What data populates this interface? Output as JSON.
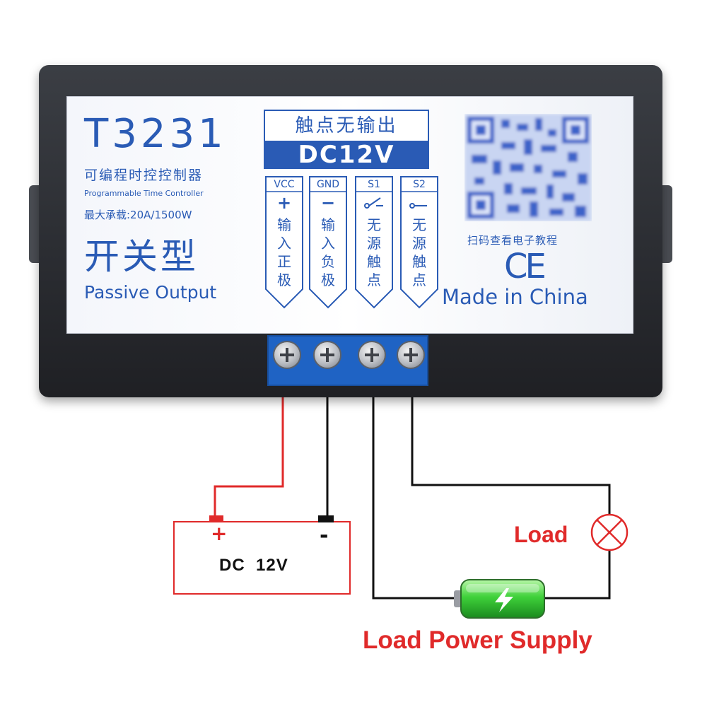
{
  "device": {
    "model": "T3231",
    "title_cn": "可编程时控控制器",
    "title_en": "Programmable Time Controller",
    "max_load": "最大承载:20A/1500W",
    "type_cn": "开关型",
    "type_en": "Passive Output",
    "contact_note": "触点无输出",
    "voltage": "DC12V",
    "terminals": [
      {
        "name": "VCC",
        "symbol": "+",
        "desc": [
          "输",
          "入",
          "正",
          "极"
        ]
      },
      {
        "name": "GND",
        "symbol": "−",
        "desc": [
          "输",
          "入",
          "负",
          "极"
        ]
      },
      {
        "name": "S1",
        "symbol": "switch-icon",
        "desc": [
          "无",
          "源",
          "触",
          "点"
        ]
      },
      {
        "name": "S2",
        "symbol": "switch-icon",
        "desc": [
          "无",
          "源",
          "触",
          "点"
        ]
      }
    ],
    "scan_text": "扫码查看电子教程",
    "cert": "CE",
    "origin": "Made in China"
  },
  "wiring": {
    "battery_label": "DC  12V",
    "battery_plus": "+",
    "battery_minus": "-",
    "load_label": "Load",
    "load_supply_label": "Load Power Supply"
  },
  "colors": {
    "label_blue": "#2a5bb5",
    "wire_red": "#e02a2a",
    "wire_black": "#111111",
    "terminal_block_blue": "#1f63c4",
    "battery_green": "#3fd13a"
  }
}
